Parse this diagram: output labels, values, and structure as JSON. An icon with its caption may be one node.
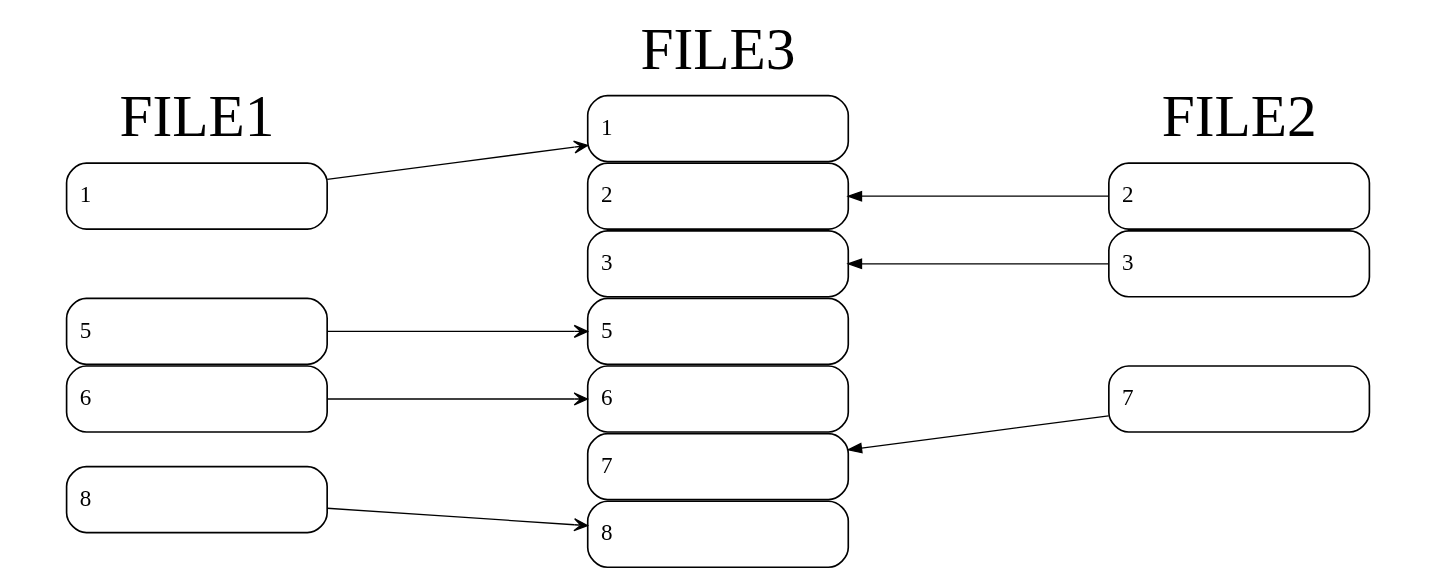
{
  "diagram": {
    "nodes": [
      {
        "text": [
          "1"
        ]
      },
      {
        "text": [
          "5"
        ]
      },
      {
        "text": [
          "6"
        ]
      },
      {
        "text": [
          "8"
        ]
      },
      {
        "text": [
          "1"
        ]
      },
      {
        "text": [
          "2"
        ]
      },
      {
        "text": [
          "3"
        ]
      },
      {
        "text": [
          "5"
        ]
      },
      {
        "text": [
          "6"
        ]
      },
      {
        "text": [
          "7"
        ]
      },
      {
        "text": [
          "8"
        ]
      },
      {
        "text": [
          "2"
        ]
      },
      {
        "text": [
          "3"
        ]
      },
      {
        "text": [
          "7"
        ]
      }
    ],
    "edges": [
      {
        "from": 0,
        "to": 4,
        "arrow": "to"
      },
      {
        "from": 1,
        "to": 7,
        "arrow": "to"
      },
      {
        "from": 2,
        "to": 8,
        "arrow": "to"
      },
      {
        "from": 3,
        "to": 10,
        "arrow": "to"
      },
      {
        "from": 11,
        "to": 5,
        "arrow": "to"
      },
      {
        "from": 12,
        "to": 6,
        "arrow": "to"
      },
      {
        "from": 13,
        "to": 9,
        "arrow": "to"
      }
    ],
    "labels": [
      "FILE3",
      "FILE1",
      "FILE2"
    ]
  }
}
